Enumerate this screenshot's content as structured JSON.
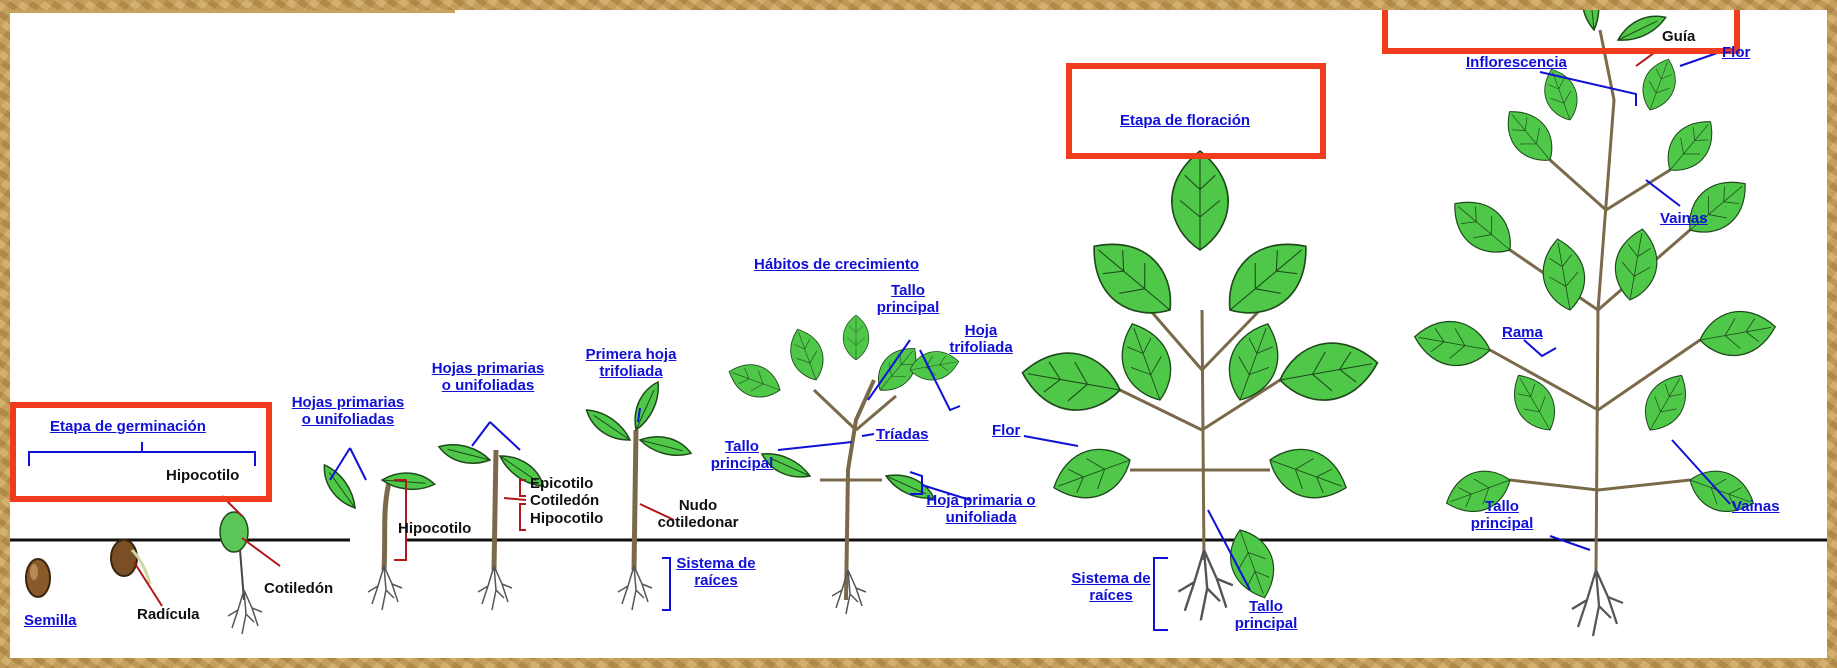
{
  "stages": {
    "germination": "Etapa de germinación",
    "flowering": "Etapa de floración",
    "growth_habits": "Hábitos de crecimiento"
  },
  "labels": {
    "semilla": "Semilla",
    "radicula": "Radícula",
    "hipocotilo_seed": "Hipocotilo",
    "cotiledon_seed": "Cotiledón",
    "hojas_primarias_1": "Hojas primarias o unifoliadas",
    "hipocotilo_2": "Hipocotilo",
    "hojas_primarias_2": "Hojas primarias o unifoliadas",
    "epicotilo": "Epicotilo",
    "cotiledon_3": "Cotiledón",
    "hipocotilo_3": "Hipocotilo",
    "primera_hoja": "Primera hoja trifoliada",
    "nudo": "Nudo cotiledonar",
    "sistema_raices_1": "Sistema de raíces",
    "tallo_principal_top": "Tallo principal",
    "hoja_trifoliada": "Hoja trifoliada",
    "tallo_principal_left": "Tallo principal",
    "triadas": "Tríadas",
    "hoja_primaria_unifoliada": "Hoja primaria o unifoliada",
    "flor_1": "Flor",
    "sistema_raices_2": "Sistema de raíces",
    "tallo_principal_2": "Tallo principal",
    "guia": "Guía",
    "flor_2": "Flor",
    "inflorescencia": "Inflorescencia",
    "vainas_1": "Vainas",
    "rama": "Rama",
    "vainas_2": "Vainas",
    "tallo_principal_3": "Tallo principal"
  },
  "colors": {
    "label_blue": "#1010d8",
    "leader_red": "#b01818",
    "highlight_box": "#f03c1c",
    "leaf_green": "#4fc84a",
    "frame": "#c9a25c"
  }
}
